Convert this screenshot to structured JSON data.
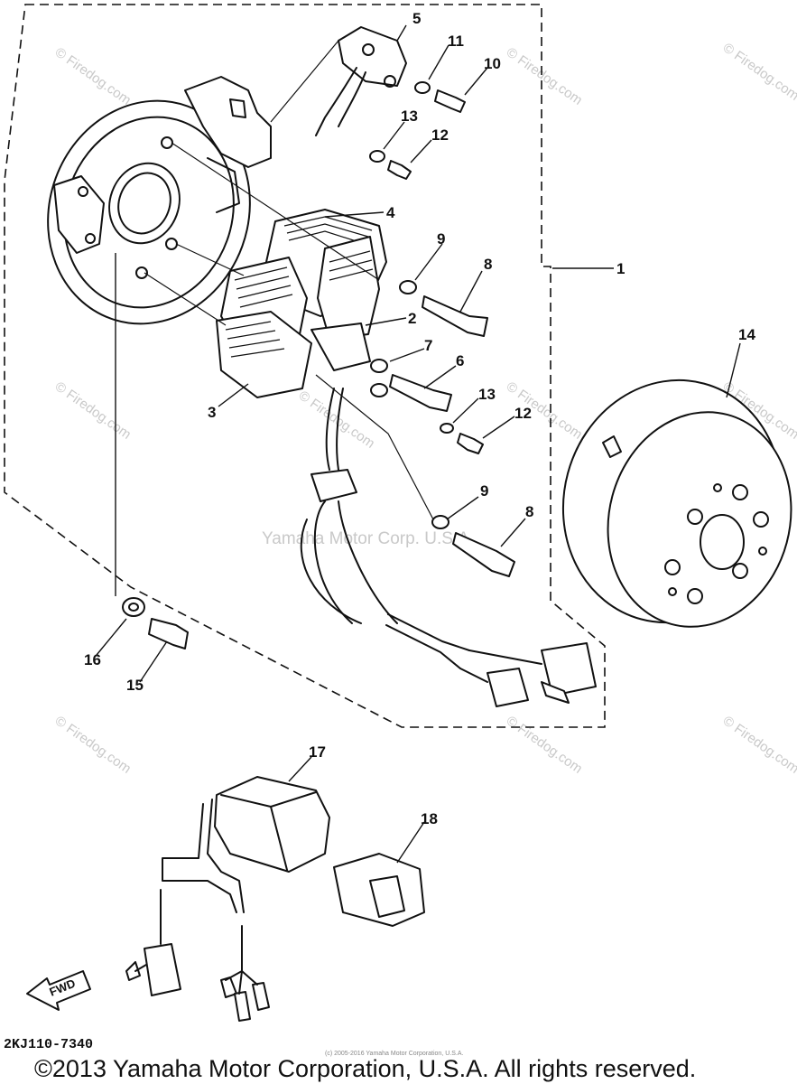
{
  "diagram": {
    "parts": [
      {
        "number": "1"
      },
      {
        "number": "2"
      },
      {
        "number": "3"
      },
      {
        "number": "4"
      },
      {
        "number": "5"
      },
      {
        "number": "6"
      },
      {
        "number": "7"
      },
      {
        "number": "8"
      },
      {
        "number": "8"
      },
      {
        "number": "9"
      },
      {
        "number": "9"
      },
      {
        "number": "10"
      },
      {
        "number": "11"
      },
      {
        "number": "12"
      },
      {
        "number": "12"
      },
      {
        "number": "13"
      },
      {
        "number": "13"
      },
      {
        "number": "14"
      },
      {
        "number": "15"
      },
      {
        "number": "16"
      },
      {
        "number": "17"
      },
      {
        "number": "18"
      }
    ],
    "fwd_label": "FWD",
    "diagram_code": "2KJ110-7340",
    "center_watermark": "Yamaha Motor Corp. U.S.A.",
    "firedog_watermark": "© Firedog.com",
    "tiny_notice": "(c) 2005-2016 Yamaha Motor Corporation, U.S.A.",
    "copyright": "©2013 Yamaha Motor Corporation, U.S.A. All rights reserved."
  }
}
